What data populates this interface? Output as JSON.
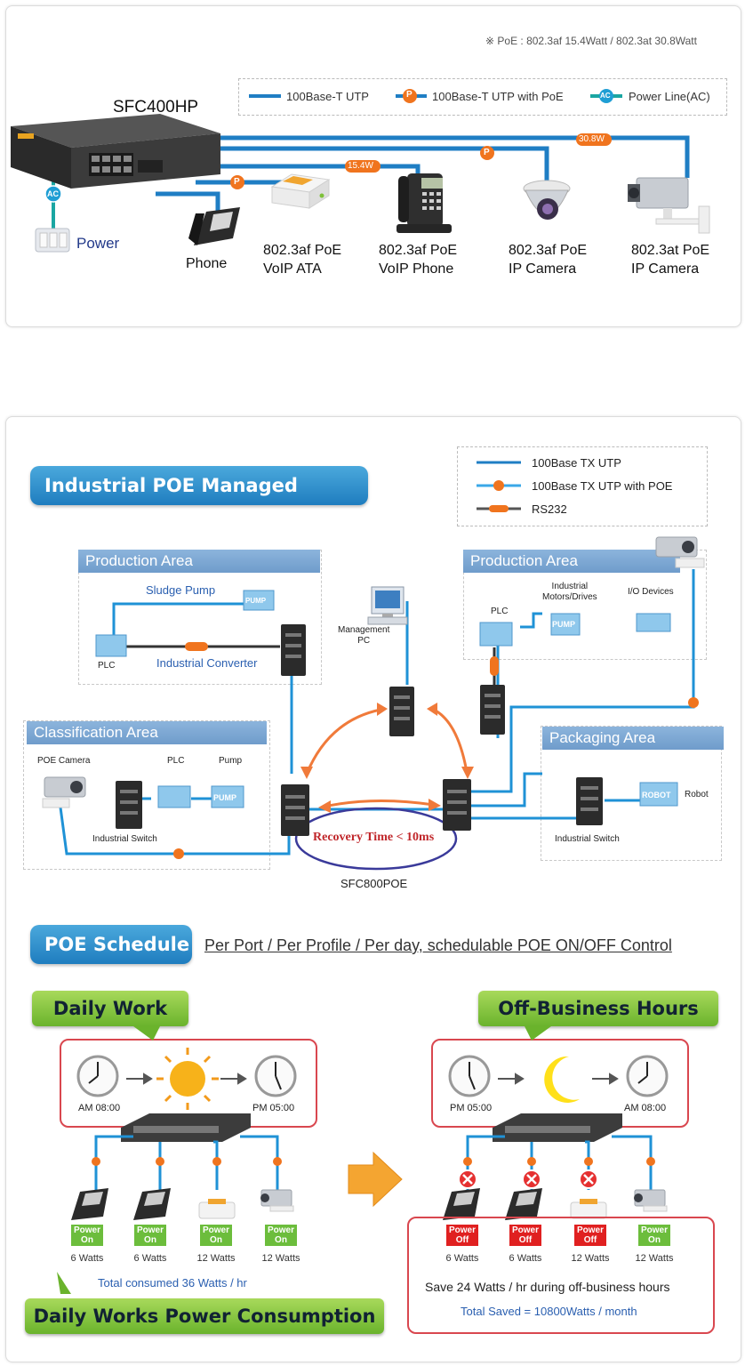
{
  "top": {
    "poe_note": "※ PoE : 802.3af 15.4Watt  / 802.3at 30.8Watt",
    "switch_label": "SFC400HP",
    "legend": [
      {
        "label": "100Base-T UTP",
        "marker": ""
      },
      {
        "label": "100Base-T UTP with PoE",
        "marker": "P"
      },
      {
        "label": "Power Line(AC)",
        "marker": "AC"
      }
    ],
    "ac_marker": "AC",
    "p_marker": "P",
    "power_label": "Power",
    "watt_15": "15.4W",
    "watt_30": "30.8W",
    "devices": [
      {
        "line1": "Phone",
        "line2": ""
      },
      {
        "line1": "802.3af PoE",
        "line2": "VoIP ATA"
      },
      {
        "line1": "802.3af PoE",
        "line2": "VoIP Phone"
      },
      {
        "line1": "802.3af PoE",
        "line2": "IP Camera"
      },
      {
        "line1": "802.3at PoE",
        "line2": "IP Camera"
      }
    ],
    "colors": {
      "utp": "#1f7ec4",
      "poe": "#f0741e",
      "ac": "#1aa6a2"
    }
  },
  "industrial": {
    "title": "Industrial POE Managed Switch",
    "legend": [
      "100Base TX UTP",
      "100Base TX UTP with POE",
      "RS232"
    ],
    "prod_left": {
      "title": "Production Area",
      "sludge_pump": "Sludge Pump",
      "pump": "PUMP",
      "plc": "PLC",
      "converter": "Industrial Converter"
    },
    "management_pc": [
      "Management",
      "PC"
    ],
    "prod_right": {
      "title": "Production Area",
      "plc": "PLC",
      "motors": [
        "Industrial",
        "Motors/Drives"
      ],
      "io": "I/O Devices",
      "pump": "PUMP"
    },
    "classification": {
      "title": "Classification Area",
      "camera": "POE Camera",
      "plc": "PLC",
      "pump": "Pump",
      "pump_tag": "PUMP",
      "switch": "Industrial Switch"
    },
    "packaging": {
      "title": "Packaging Area",
      "robot": "Robot",
      "robot_tag": "ROBOT",
      "switch": "Industrial Switch"
    },
    "recovery": "Recovery Time < 10ms",
    "ring_label": "SFC800POE"
  },
  "schedule": {
    "title": "POE Schedule",
    "subtitle": "Per Port / Per Profile / Per day, schedulable POE ON/OFF Control",
    "daily": {
      "title": "Daily Work",
      "start": "AM 08:00",
      "end": "PM 05:00",
      "ports": [
        {
          "state": "Power On",
          "watts": "6 Watts"
        },
        {
          "state": "Power On",
          "watts": "6 Watts"
        },
        {
          "state": "Power On",
          "watts": "12 Watts"
        },
        {
          "state": "Power On",
          "watts": "12 Watts"
        }
      ],
      "total": "Total consumed 36 Watts / hr",
      "footer": "Daily Works Power Consumption"
    },
    "off": {
      "title": "Off-Business Hours",
      "start": "PM 05:00",
      "end": "AM 08:00",
      "ports": [
        {
          "state": "Power Off",
          "watts": "6 Watts"
        },
        {
          "state": "Power Off",
          "watts": "6 Watts"
        },
        {
          "state": "Power Off",
          "watts": "12 Watts"
        },
        {
          "state": "Power On",
          "watts": "12 Watts"
        }
      ],
      "save": "Save 24 Watts / hr during off-business hours",
      "total": "Total Saved = 10800Watts / month"
    }
  }
}
